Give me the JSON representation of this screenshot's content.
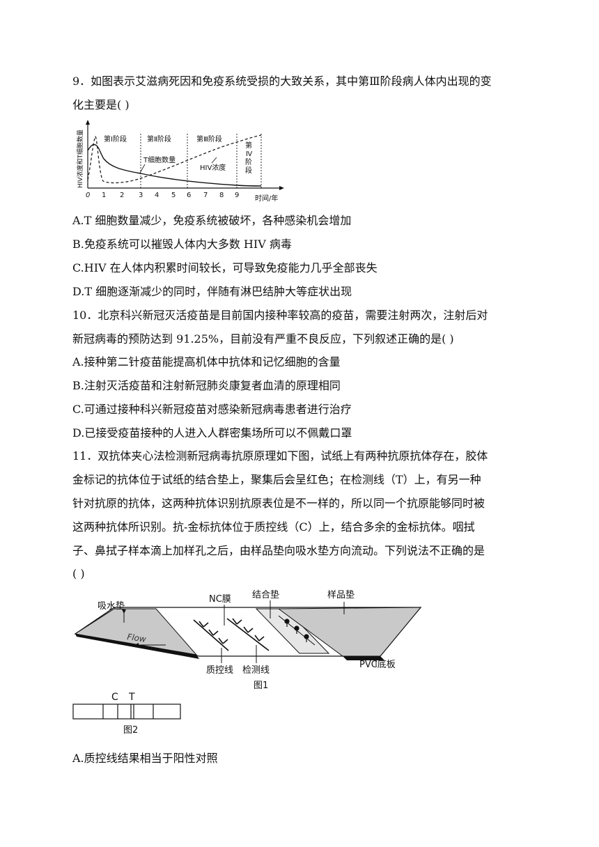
{
  "q9": {
    "stem_1": "9．如图表示艾滋病死因和免疫系统受损的大致关系，其中第Ⅲ阶段病人体内出现的变",
    "stem_2": "化主要是(   )",
    "figure": {
      "y_label": "HIV浓度和T细胞数量",
      "x_label": "时间/年",
      "x_ticks": [
        "0",
        "1",
        "2",
        "3",
        "4",
        "5",
        "6",
        "7",
        "8",
        "9"
      ],
      "stage_1": "第Ⅰ阶段",
      "stage_2": "第Ⅱ阶段",
      "stage_3": "第Ⅲ阶段",
      "stage_4_lines": [
        "第",
        "Ⅳ",
        "阶",
        "段"
      ],
      "t_cell_label": "T细胞数量",
      "hiv_label": "HIV浓度"
    },
    "option_a": "A.T 细胞数量减少，免疫系统被破坏，各种感染机会增加",
    "option_b": "B.免疫系统可以摧毁人体内大多数 HIV 病毒",
    "option_c": "C.HIV 在人体内积累时间较长，可导致免疫能力几乎全部丧失",
    "option_d": "D.T 细胞逐渐减少的同时，伴随有淋巴结肿大等症状出现"
  },
  "q10": {
    "stem_1": "10．北京科兴新冠灭活疫苗是目前国内接种率较高的疫苗，需要注射两次，注射后对",
    "stem_2": "新冠病毒的预防达到 91.25%，目前没有严重不良反应，下列叙述正确的是(   )",
    "option_a": "A.接种第二针疫苗能提高机体中抗体和记忆细胞的含量",
    "option_b": "B.注射灭活疫苗和注射新冠肺炎康复者血清的原理相同",
    "option_c": "C.可通过接种科兴新冠疫苗对感染新冠病毒患者进行治疗",
    "option_d": "D.已接受疫苗接种的人进入人群密集场所可以不佩戴口罩"
  },
  "q11": {
    "stem_1": "11．双抗体夹心法检测新冠病毒抗原原理如下图，试纸上有两种抗原抗体存在，胶体",
    "stem_2": "金标记的抗体位于试纸的结合垫上，聚集后会呈红色；在检测线（T）上，有另一种",
    "stem_3": "针对抗原的抗体，这两种抗体识别抗原表位是不一样的，所以同一个抗原能够同时被",
    "stem_4": "这两种抗体所识别。抗-金标抗体位于质控线（C）上，结合多余的金标抗体。咽拭",
    "stem_5": "子、鼻拭子样本滴上加样孔之后，由样品垫向吸水垫方向流动。下列说法不正确的是",
    "stem_6": "(   )",
    "figure1": {
      "absorbent_pad": "吸水垫",
      "nc_membrane": "NC膜",
      "conjugate_pad": "结合垫",
      "sample_pad": "样品垫",
      "flow": "Flow",
      "control_line": "质控线",
      "test_line": "检测线",
      "pvc_backing": "PVC底板",
      "caption": "图1"
    },
    "figure2": {
      "c_label": "C",
      "t_label": "T",
      "caption": "图2"
    },
    "option_a": "A.质控线结果相当于阳性对照"
  }
}
